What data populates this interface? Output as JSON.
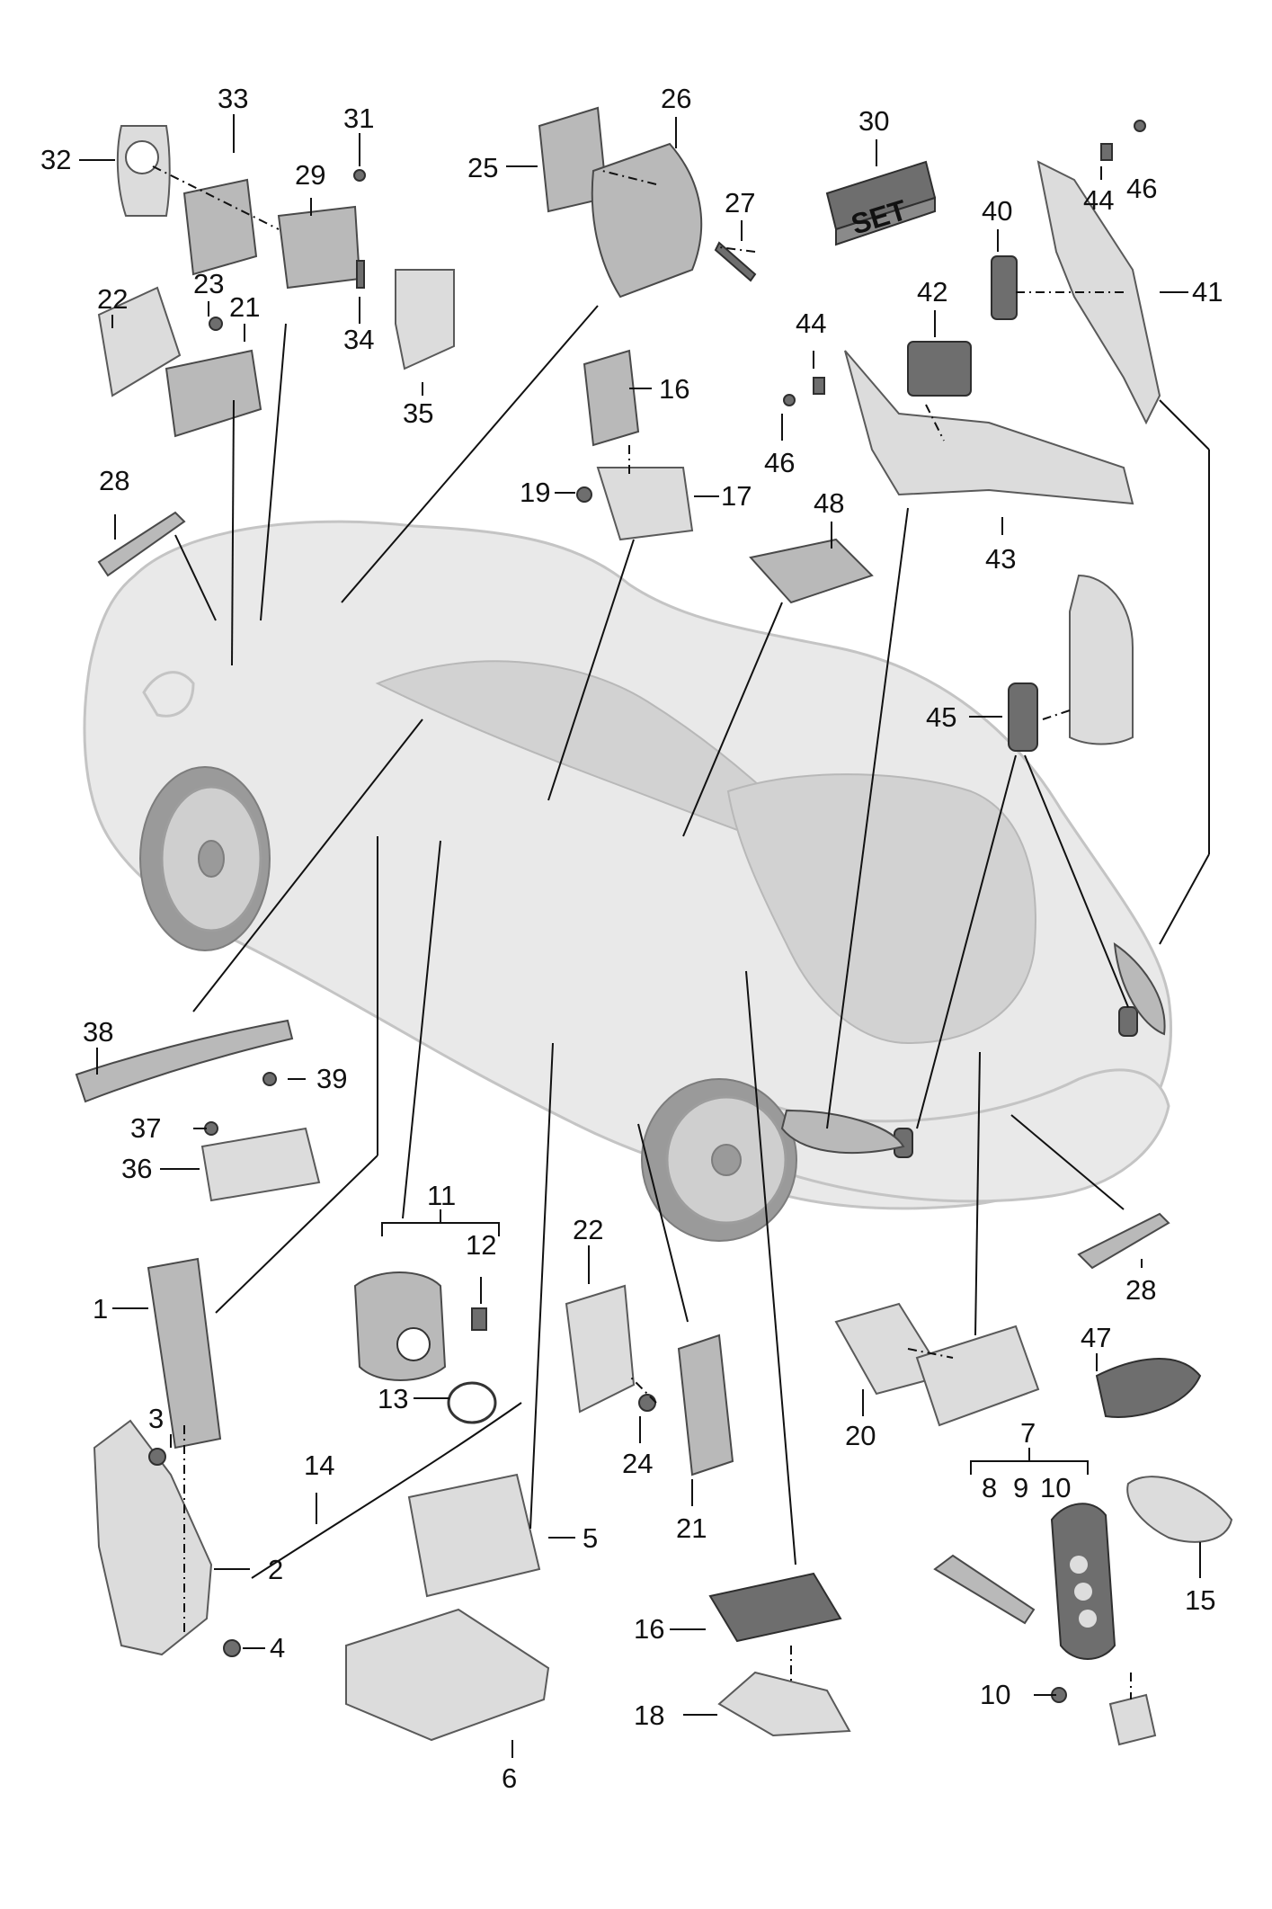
{
  "set_box_label": "SET",
  "callouts": {
    "c1": "1",
    "c2": "2",
    "c3": "3",
    "c4": "4",
    "c5": "5",
    "c6": "6",
    "c7": "7",
    "c8": "8",
    "c9": "9",
    "c10a": "10",
    "c10b": "10",
    "c11": "11",
    "c12": "12",
    "c13": "13",
    "c14": "14",
    "c15": "15",
    "c16a": "16",
    "c16b": "16",
    "c17": "17",
    "c18": "18",
    "c19": "19",
    "c20": "20",
    "c21a": "21",
    "c21b": "21",
    "c22a": "22",
    "c22b": "22",
    "c23": "23",
    "c24": "24",
    "c25": "25",
    "c26": "26",
    "c27": "27",
    "c28a": "28",
    "c28b": "28",
    "c29": "29",
    "c30": "30",
    "c31": "31",
    "c32": "32",
    "c33": "33",
    "c34": "34",
    "c35": "35",
    "c36": "36",
    "c37": "37",
    "c38": "38",
    "c39": "39",
    "c40": "40",
    "c41": "41",
    "c42": "42",
    "c43": "43",
    "c44a": "44",
    "c44b": "44",
    "c45": "45",
    "c46a": "46",
    "c46b": "46",
    "c47": "47",
    "c48": "48"
  }
}
